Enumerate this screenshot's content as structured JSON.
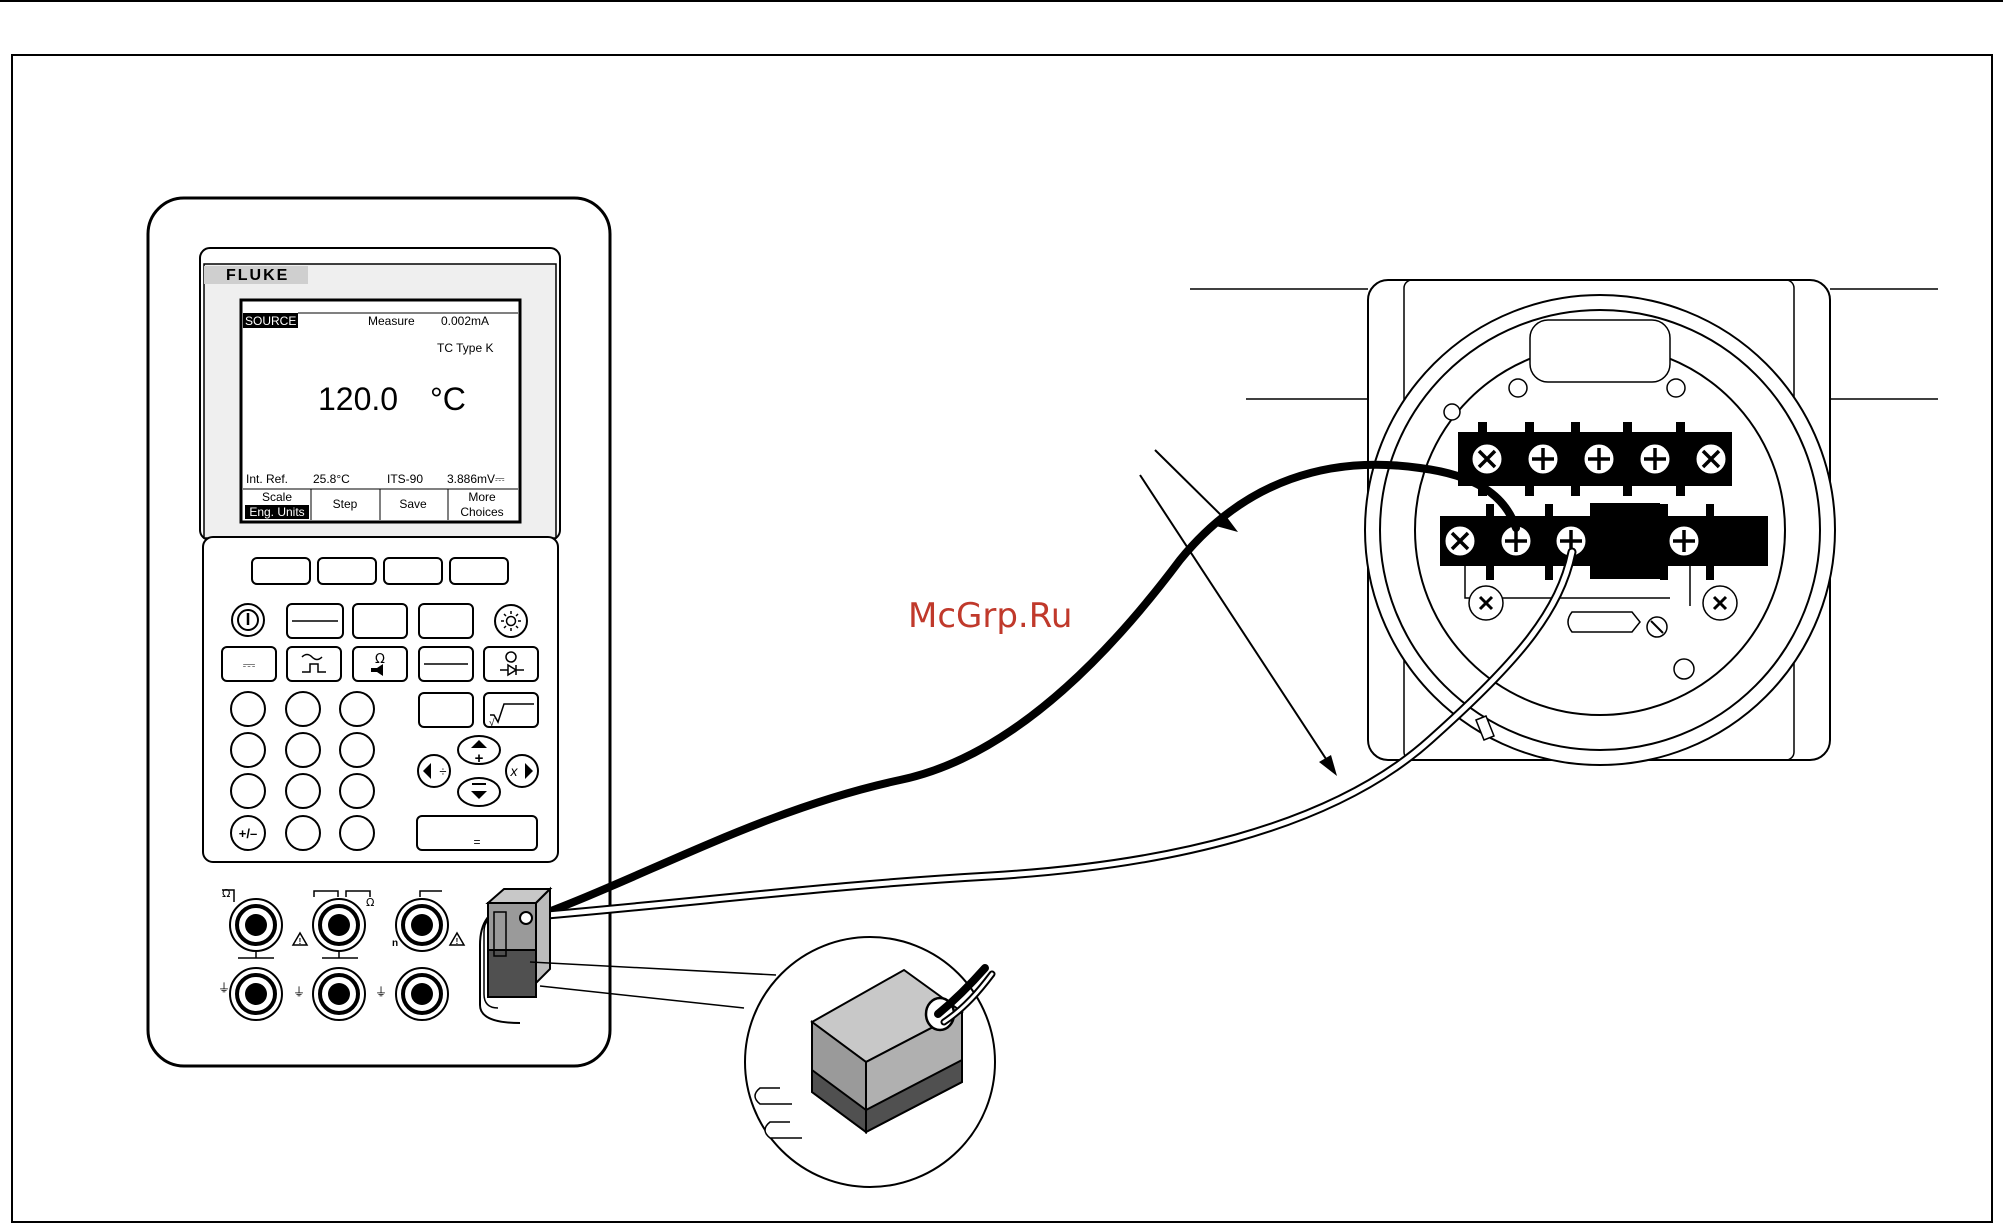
{
  "calibrator": {
    "brand": "FLUKE",
    "screen": {
      "mode": "SOURCE",
      "measure_label": "Measure",
      "measure_value": "0.002mA",
      "tc_type": "TC  Type  K",
      "main_value": "120.0",
      "main_unit": "°C",
      "int_ref_label": "Int.  Ref.",
      "int_ref_value": "25.8°C",
      "its": "ITS-90",
      "mv_value": "3.886mV⎓"
    },
    "softkeys": [
      {
        "line1": "Scale",
        "line2": "Eng.  Units"
      },
      {
        "line1": "Step",
        "line2": ""
      },
      {
        "line1": "Save",
        "line2": ""
      },
      {
        "line1": "More",
        "line2": "Choices"
      }
    ],
    "keys": {
      "plus_minus": "+/–",
      "equals": "=",
      "divide": "÷",
      "multiply": "x",
      "sqrt": "√",
      "ohm": "Ω",
      "dc": "⎓"
    },
    "jacks": {
      "ohm_label_1": "Ω",
      "ohm_label_2": "Ω",
      "ground": "⏚",
      "warning": "!"
    }
  },
  "watermark": "McGrp.Ru",
  "colors": {
    "line": "#000000",
    "connector_light": "#9a9a9a",
    "connector_dark": "#505050",
    "watermark": "#c0392b"
  }
}
